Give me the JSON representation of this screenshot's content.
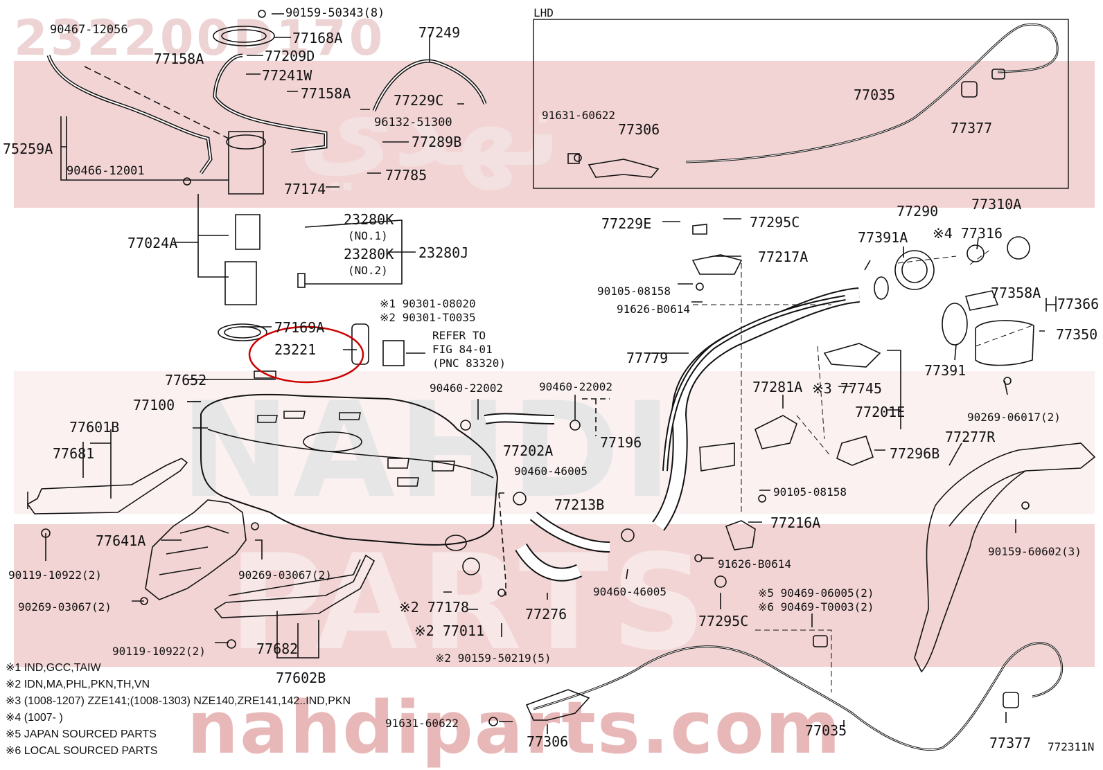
{
  "watermark": {
    "part_number": "232200D170",
    "brand_top": "نهدي",
    "brand_mid": "NAHDI",
    "brand_low": "PARTS",
    "site": "nahdiparts.com",
    "band_color": "#e9b1b1"
  },
  "highlight": {
    "part": "23221",
    "circle_color": "#cc0000"
  },
  "labels": {
    "l90159_50343": "90159-50343(8)",
    "l90467_12056": "90467-12056",
    "l77168A": "77168A",
    "l77249": "77249",
    "l77158A_1": "77158A",
    "l77209D": "77209D",
    "l77241W": "77241W",
    "l77158A_2": "77158A",
    "l77229C": "77229C",
    "l96132_51300": "96132-51300",
    "l75259A": "75259A",
    "l77289B": "77289B",
    "l90466_12001": "90466-12001",
    "l77785": "77785",
    "l77174": "77174",
    "l23280K_1": "23280K",
    "l_no1": "(NO.1)",
    "l77024A": "77024A",
    "l23280K_2": "23280K",
    "l23280J": "23280J",
    "l_no2": "(NO.2)",
    "l90301_08020": "※1 90301-08020",
    "l90301_T0035": "※2 90301-T0035",
    "l77169A": "77169A",
    "l_refer1": "REFER TO",
    "l23221": "23221",
    "l_refer2": "FIG 84-01",
    "l_refer3": "(PNC 83320)",
    "l77652": "77652",
    "l77100": "77100",
    "l77601B": "77601B",
    "l77681": "77681",
    "l90460_22002_a": "90460-22002",
    "l90460_22002_b": "90460-22002",
    "l77202A": "77202A",
    "l77196": "77196",
    "l90460_46005_a": "90460-46005",
    "l77213B": "77213B",
    "l77641A": "77641A",
    "l90119_10922_a": "90119-10922(2)",
    "l90269_03067_a": "90269-03067(2)",
    "l90269_03067_b": "90269-03067(2)",
    "l90460_46005_b": "90460-46005",
    "l77178": "※2 77178",
    "l77276": "77276",
    "l77011": "※2 77011",
    "l90119_10922_b": "90119-10922(2)",
    "l77682": "77682",
    "l90159_50219": "※2  90159-50219(5)",
    "l77602B": "77602B",
    "l_lhd": "LHD",
    "l77035_top": "77035",
    "l91631_60622_a": "91631-60622",
    "l77306_top": "77306",
    "l77377_top": "77377",
    "l77229E": "77229E",
    "l77295C_a": "77295C",
    "l77217A": "77217A",
    "l90105_08158_a": "90105-08158",
    "l91626_B0614_a": "91626-B0614",
    "l77779": "77779",
    "l77290": "77290",
    "l77310A": "77310A",
    "l77391A": "77391A",
    "l77316": "※4 77316",
    "l77358A": "77358A",
    "l77366": "77366",
    "l77350": "77350",
    "l77391": "77391",
    "l77745": "※3 77745",
    "l77201E": "77201E",
    "l77281A": "77281A",
    "l90269_06017": "90269-06017(2)",
    "l77296B": "77296B",
    "l77277R": "77277R",
    "l90105_08158_b": "90105-08158",
    "l77216A": "77216A",
    "l90159_60602": "90159-60602(3)",
    "l91626_B0614_b": "91626-B0614",
    "l90469_06005": "※5 90469-06005(2)",
    "l90469_T0003": "※6 90469-T0003(2)",
    "l77295C_b": "77295C",
    "l91631_60622_b": "91631-60622",
    "l77306_bot": "77306",
    "l77035_bot": "77035",
    "l77377_bot": "77377",
    "l_figno": "772311N"
  },
  "notes": [
    "※1 IND,GCC,TAIW",
    "※2 IDN,MA,PHL,PKN,TH,VN",
    "※3 (1008-1207) ZZE141;(1008-1303) NZE140,ZRE141,142..IND,PKN",
    "※4 (1007-        )",
    "※5 JAPAN SOURCED PARTS",
    "※6 LOCAL SOURCED PARTS"
  ]
}
